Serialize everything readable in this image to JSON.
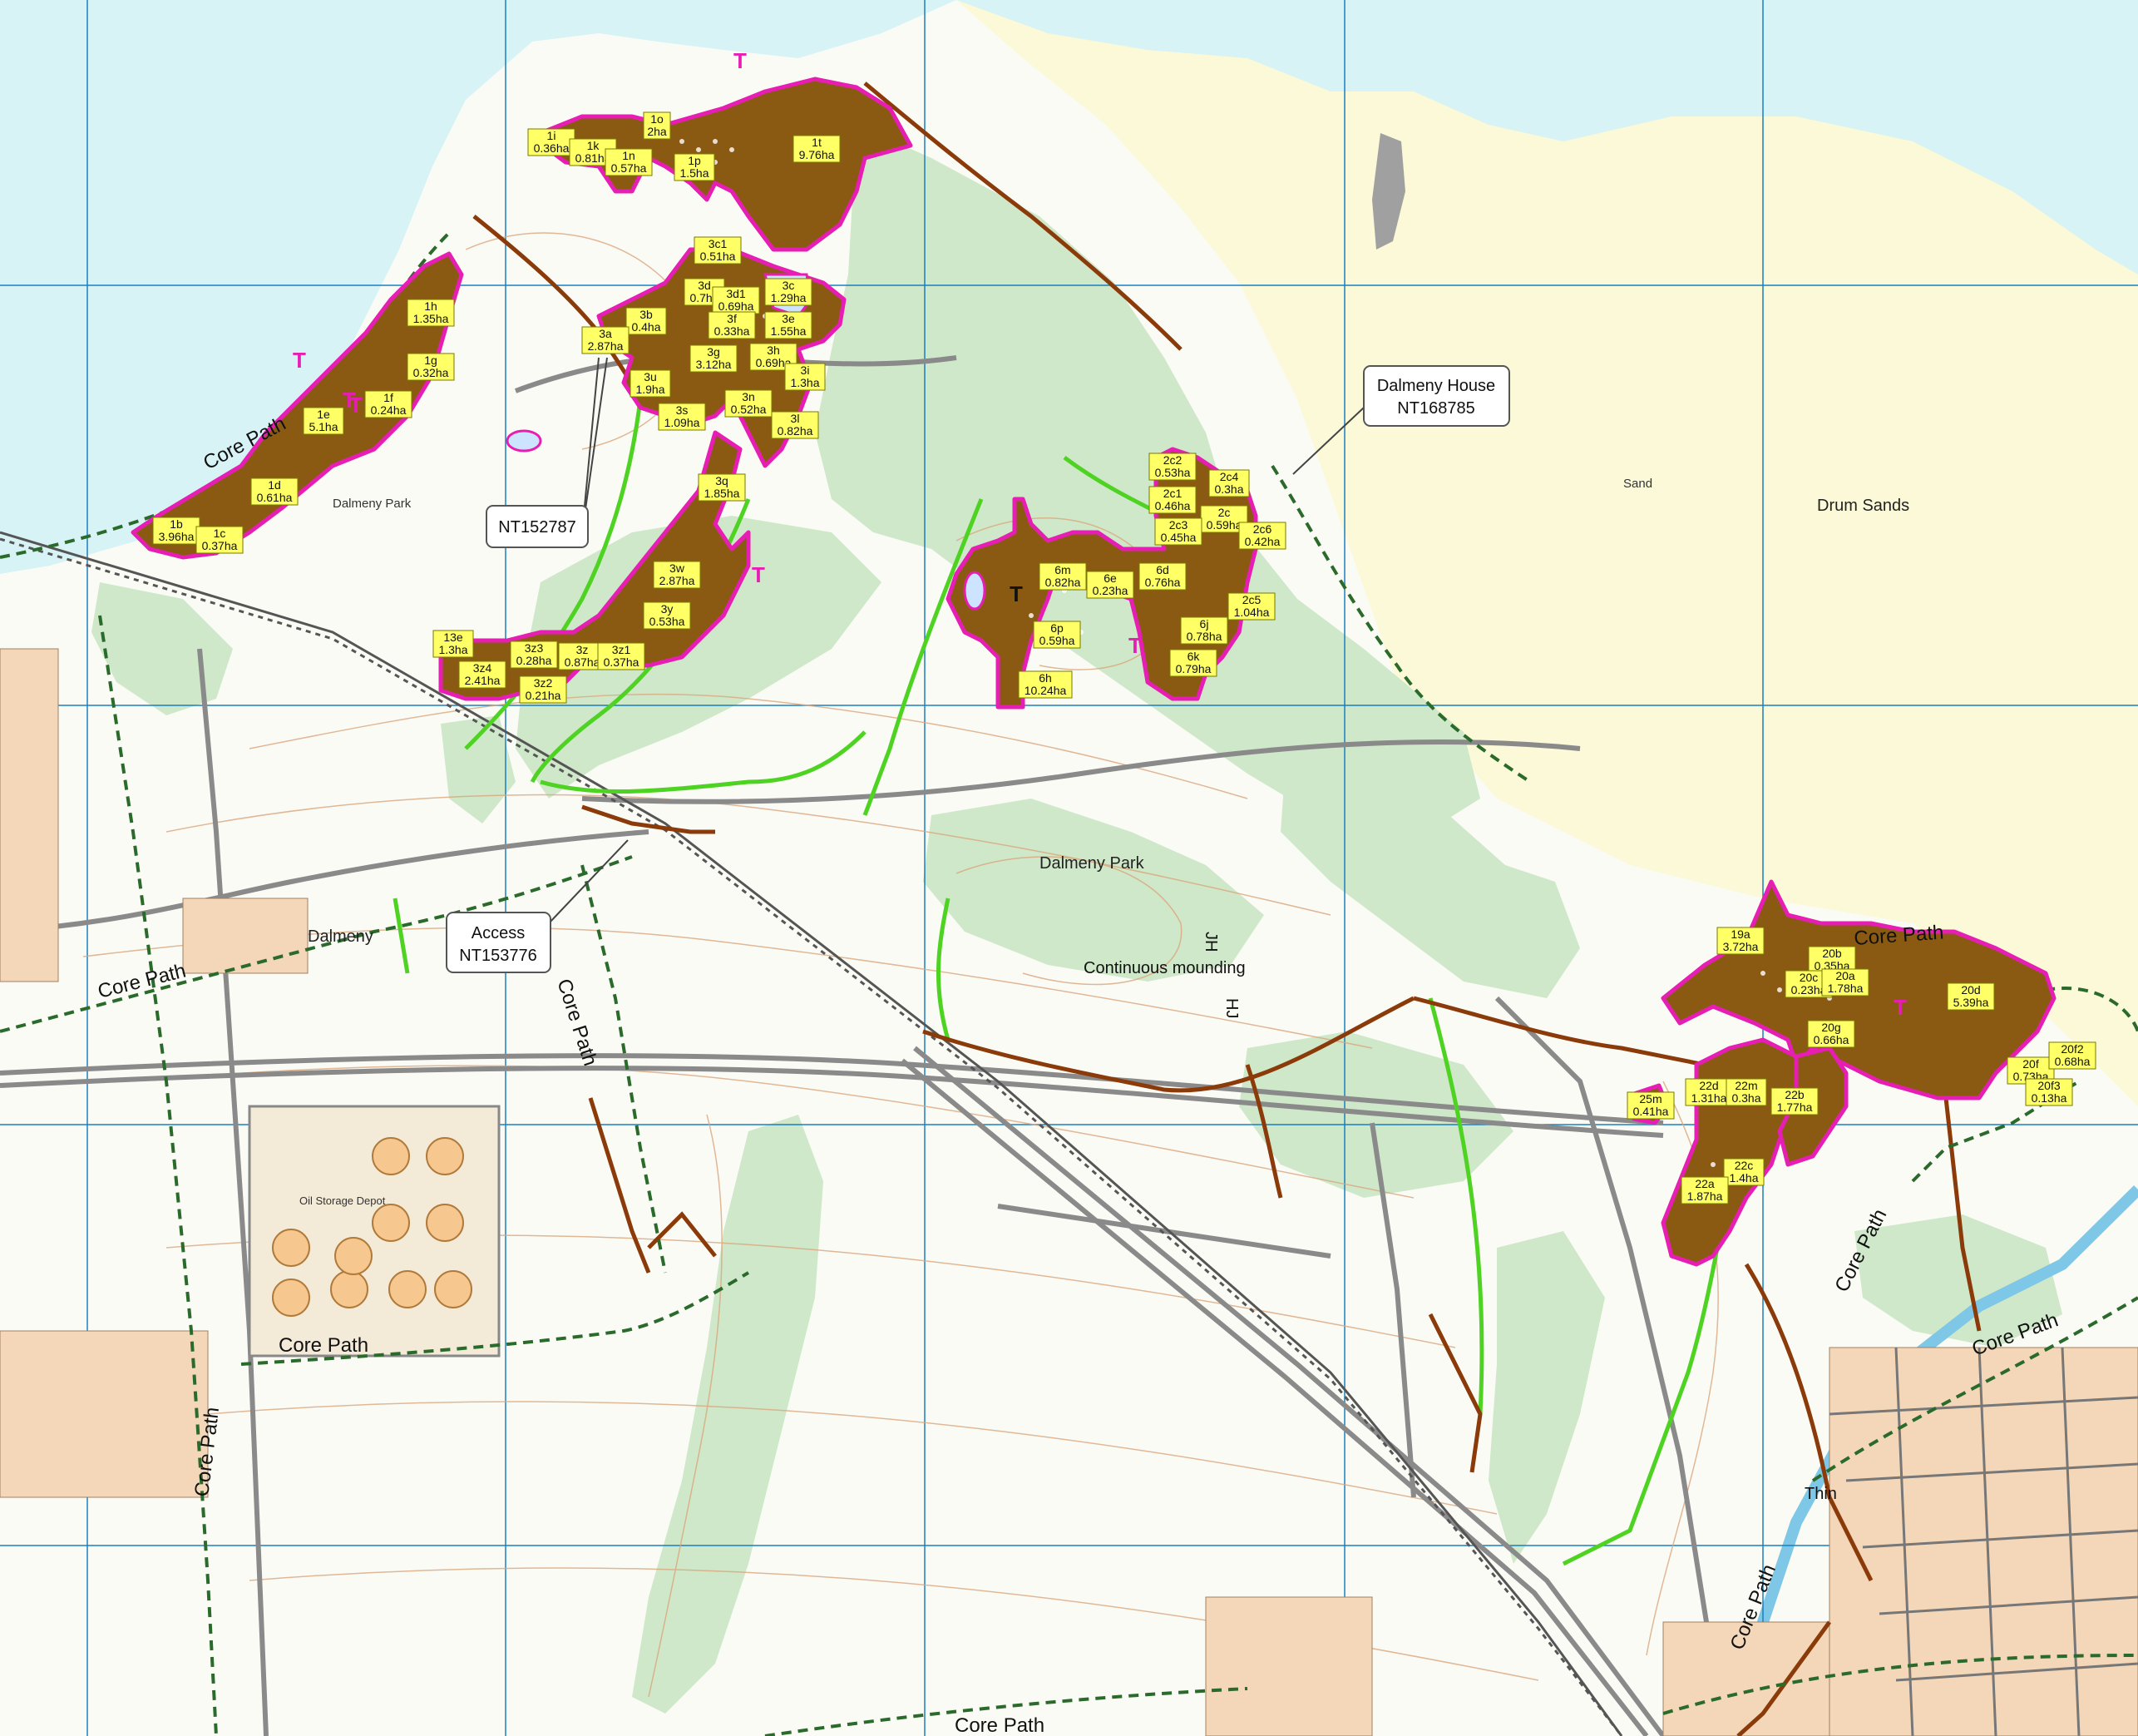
{
  "colors": {
    "sea": "#d7f3f6",
    "sand": "#fbf9d7",
    "land": "#fbfbf6",
    "woodland": "#cfe8c9",
    "compartment_fill": "#8b5a12",
    "compartment_edge": "#e61eb4",
    "core_path": "#2a6a2a",
    "track_brown": "#8b3a0a",
    "route_green": "#4fd323",
    "grid": "#1a7fbf",
    "road": "#8a8a8a",
    "label_bg": "#ffff66",
    "contour": "#d9a77d"
  },
  "labels": {
    "drum_sands": "Drum Sands",
    "sand": "Sand",
    "dalmeny_park_north": "Dalmeny Park",
    "dalmeny_park": "Dalmeny Park",
    "dalmeny": "Dalmeny",
    "continuous_mounding": "Continuous mounding",
    "thin": "Thin",
    "jh_a": "JH",
    "jh_b": "HJ",
    "oil_storage": "Oil Storage Depot"
  },
  "core_paths": [
    {
      "text": "Core Path"
    },
    {
      "text": "Core Path"
    },
    {
      "text": "Core Path"
    },
    {
      "text": "Core Path"
    },
    {
      "text": "Core Path"
    },
    {
      "text": "Core Path"
    },
    {
      "text": "Core Path"
    },
    {
      "text": "Core Path"
    },
    {
      "text": "Core Path"
    },
    {
      "text": "Core Path"
    }
  ],
  "callouts": {
    "dalmeny_house": {
      "line1": "Dalmeny House",
      "line2": "NT168785"
    },
    "nt152787": {
      "line1": "NT152787"
    },
    "access": {
      "line1": "Access",
      "line2": "NT153776"
    }
  },
  "t_marks": [
    "T",
    "T",
    "T",
    "T",
    "T",
    "T",
    "T",
    "T"
  ],
  "compartments": [
    {
      "code": "1i",
      "area": "0.36ha"
    },
    {
      "code": "1k",
      "area": "0.81ha"
    },
    {
      "code": "1n",
      "area": "0.57ha"
    },
    {
      "code": "1o",
      "area": "2ha"
    },
    {
      "code": "1p",
      "area": "1.5ha"
    },
    {
      "code": "1t",
      "area": "9.76ha"
    },
    {
      "code": "1h",
      "area": "1.35ha"
    },
    {
      "code": "1g",
      "area": "0.32ha"
    },
    {
      "code": "1f",
      "area": "0.24ha"
    },
    {
      "code": "1e",
      "area": "5.1ha"
    },
    {
      "code": "1d",
      "area": "0.61ha"
    },
    {
      "code": "1b",
      "area": "3.96ha"
    },
    {
      "code": "1c",
      "area": "0.37ha"
    },
    {
      "code": "3c1",
      "area": "0.51ha"
    },
    {
      "code": "3c",
      "area": "1.29ha"
    },
    {
      "code": "3d",
      "area": "0.7ha"
    },
    {
      "code": "3d1",
      "area": "0.69ha"
    },
    {
      "code": "3e",
      "area": "1.55ha"
    },
    {
      "code": "3b",
      "area": "0.4ha"
    },
    {
      "code": "3f",
      "area": "0.33ha"
    },
    {
      "code": "3a",
      "area": "2.87ha"
    },
    {
      "code": "3g",
      "area": "3.12ha"
    },
    {
      "code": "3h",
      "area": "0.69ha"
    },
    {
      "code": "3i",
      "area": "1.3ha"
    },
    {
      "code": "3u",
      "area": "1.9ha"
    },
    {
      "code": "3n",
      "area": "0.52ha"
    },
    {
      "code": "3s",
      "area": "1.09ha"
    },
    {
      "code": "3l",
      "area": "0.82ha"
    },
    {
      "code": "3q",
      "area": "1.85ha"
    },
    {
      "code": "3w",
      "area": "2.87ha"
    },
    {
      "code": "3y",
      "area": "0.53ha"
    },
    {
      "code": "13e",
      "area": "1.3ha"
    },
    {
      "code": "3z3",
      "area": "0.28ha"
    },
    {
      "code": "3z4",
      "area": "2.41ha"
    },
    {
      "code": "3z",
      "area": "0.87ha"
    },
    {
      "code": "3z1",
      "area": "0.37ha"
    },
    {
      "code": "3z2",
      "area": "0.21ha"
    },
    {
      "code": "2c2",
      "area": "0.53ha"
    },
    {
      "code": "2c4",
      "area": "0.3ha"
    },
    {
      "code": "2c1",
      "area": "0.46ha"
    },
    {
      "code": "2c",
      "area": "0.59ha"
    },
    {
      "code": "2c3",
      "area": "0.45ha"
    },
    {
      "code": "2c6",
      "area": "0.42ha"
    },
    {
      "code": "6m",
      "area": "0.82ha"
    },
    {
      "code": "6e",
      "area": "0.23ha"
    },
    {
      "code": "6d",
      "area": "0.76ha"
    },
    {
      "code": "2c5",
      "area": "1.04ha"
    },
    {
      "code": "6p",
      "area": "0.59ha"
    },
    {
      "code": "6j",
      "area": "0.78ha"
    },
    {
      "code": "6k",
      "area": "0.79ha"
    },
    {
      "code": "6h",
      "area": "10.24ha"
    },
    {
      "code": "19a",
      "area": "3.72ha"
    },
    {
      "code": "20b",
      "area": "0.35ha"
    },
    {
      "code": "20c",
      "area": "0.23ha"
    },
    {
      "code": "20a",
      "area": "1.78ha"
    },
    {
      "code": "20d",
      "area": "5.39ha"
    },
    {
      "code": "20g",
      "area": "0.66ha"
    },
    {
      "code": "20f",
      "area": "0.73ha"
    },
    {
      "code": "20f2",
      "area": "0.68ha"
    },
    {
      "code": "20f3",
      "area": "0.13ha"
    },
    {
      "code": "25m",
      "area": "0.41ha"
    },
    {
      "code": "22d",
      "area": "1.31ha"
    },
    {
      "code": "22m",
      "area": "0.3ha"
    },
    {
      "code": "22b",
      "area": "1.77ha"
    },
    {
      "code": "22c",
      "area": "1.4ha"
    },
    {
      "code": "22a",
      "area": "1.87ha"
    }
  ]
}
